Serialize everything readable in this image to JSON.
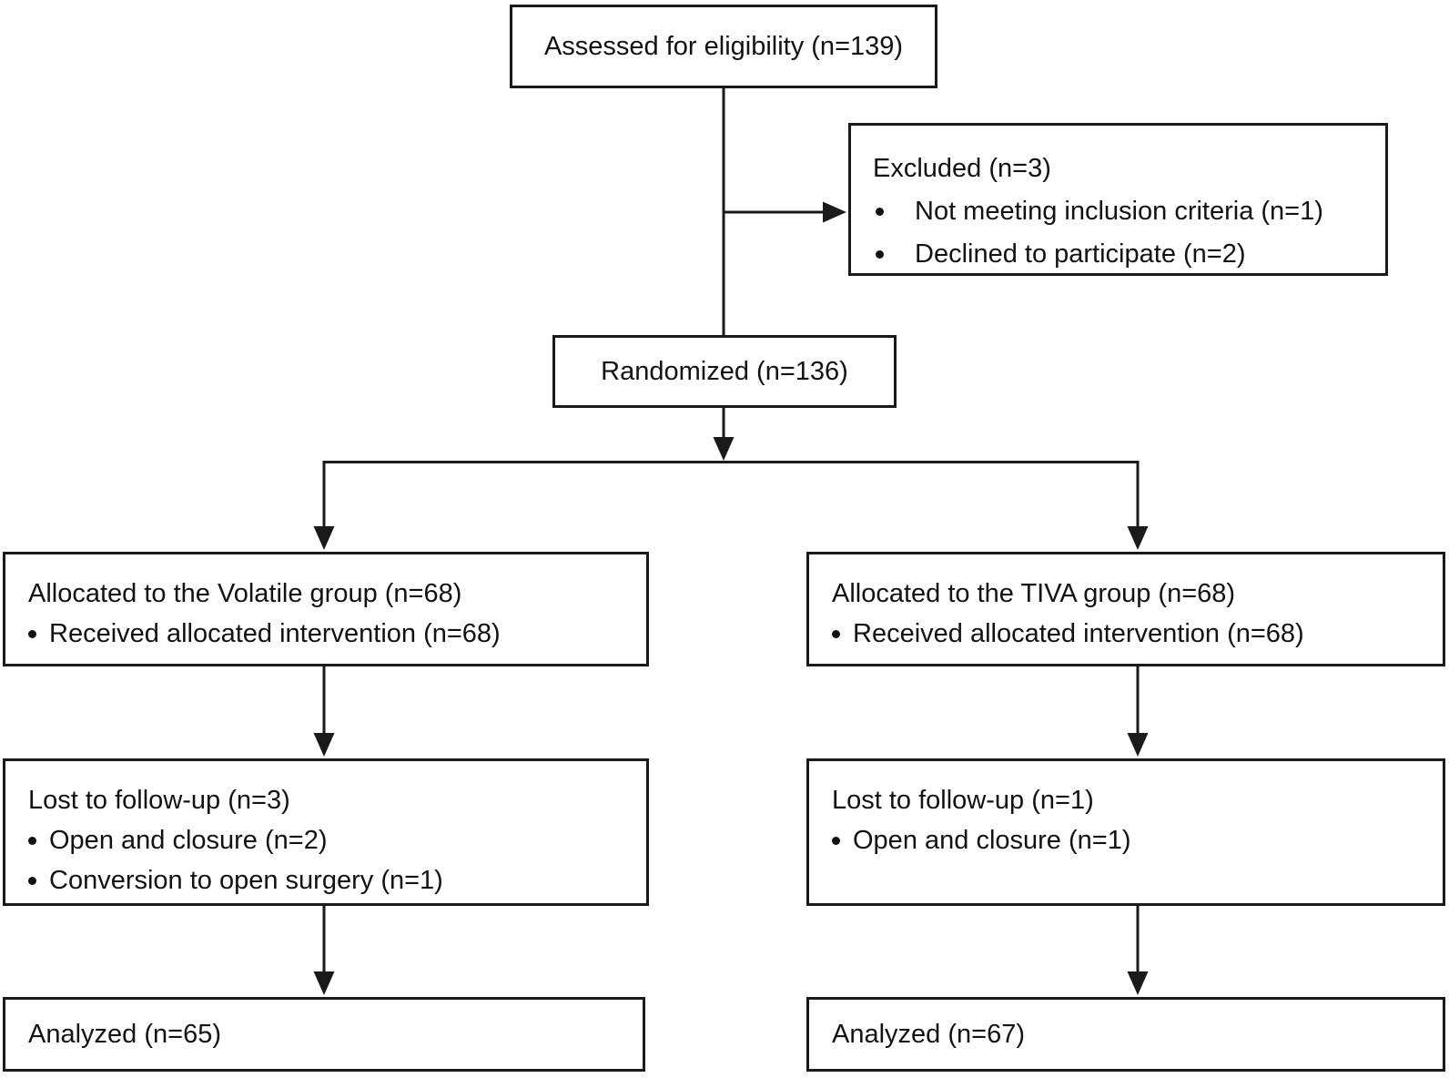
{
  "diagram": {
    "title_semantic": "CONSORT participant flow diagram",
    "colors": {
      "line": "#1a1a1a",
      "text": "#121212",
      "background": "#ffffff"
    },
    "boxes": {
      "eligibility": {
        "title": "Assessed for eligibility (n=139)"
      },
      "excluded": {
        "title": "Excluded (n=3)",
        "items": [
          "Not meeting inclusion criteria (n=1)",
          "Declined to participate (n=2)"
        ]
      },
      "randomized": {
        "title": "Randomized (n=136)"
      },
      "allocated_volatile": {
        "title": "Allocated to the Volatile group (n=68)",
        "items": [
          "Received allocated intervention (n=68)"
        ]
      },
      "allocated_tiva": {
        "title": "Allocated to the TIVA group (n=68)",
        "items": [
          "Received allocated intervention (n=68)"
        ]
      },
      "lost_volatile": {
        "title": "Lost to follow-up (n=3)",
        "items": [
          "Open and closure (n=2)",
          "Conversion to open surgery (n=1)"
        ]
      },
      "lost_tiva": {
        "title": "Lost to follow-up (n=1)",
        "items": [
          "Open and closure (n=1)"
        ]
      },
      "analyzed_volatile": {
        "title": "Analyzed (n=65)"
      },
      "analyzed_tiva": {
        "title": "Analyzed (n=67)"
      }
    }
  }
}
